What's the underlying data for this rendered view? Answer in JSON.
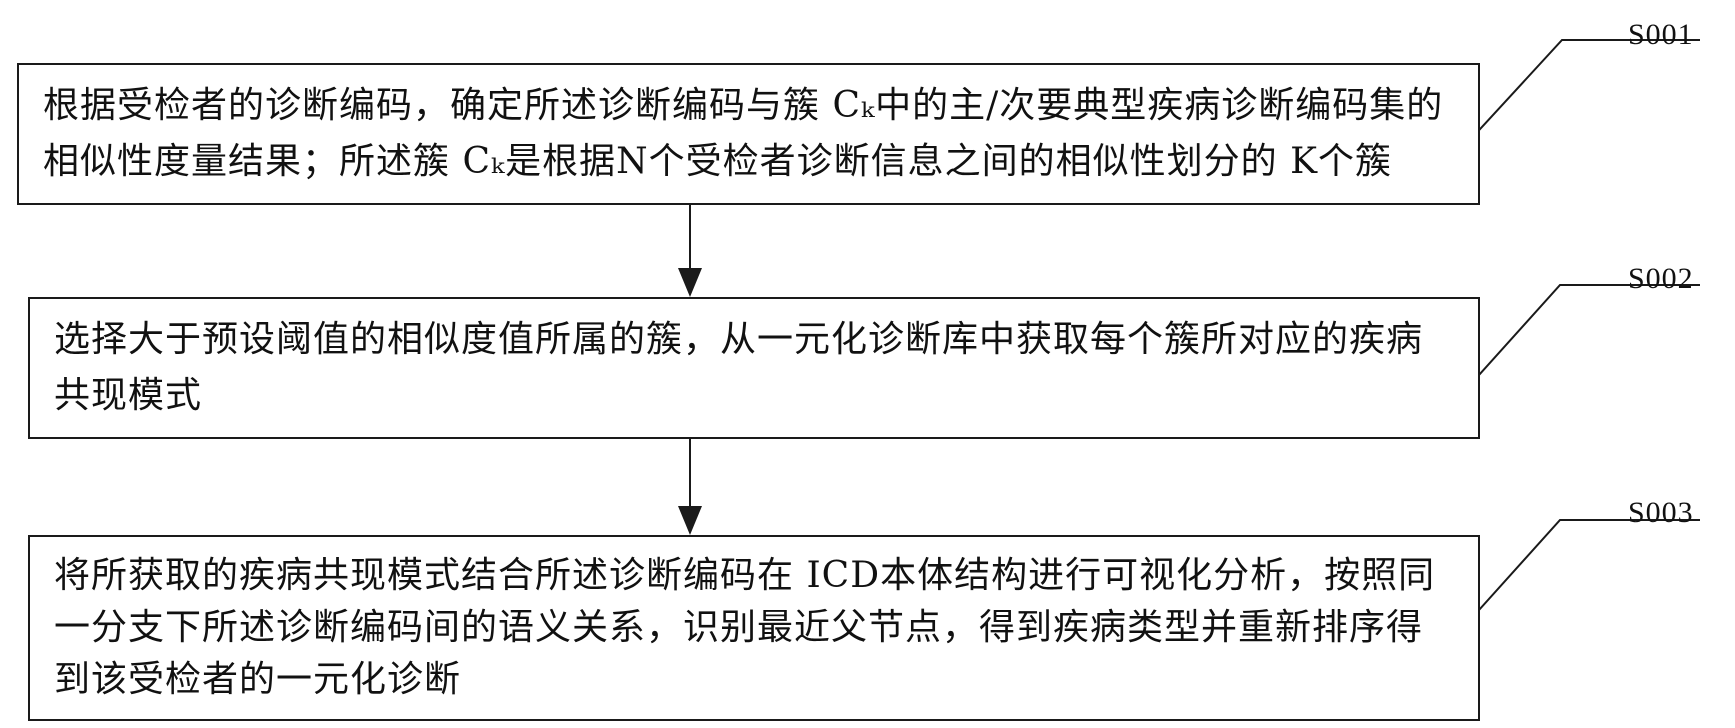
{
  "steps": [
    {
      "id": "S001",
      "text": "根据受检者的诊断编码，确定所述诊断编码与簇 Cₖ中的主/次要典型疾病诊断编码集的相似性度量结果；所述簇 Cₖ是根据N个受检者诊断信息之间的相似性划分的 K个簇"
    },
    {
      "id": "S002",
      "text": "选择大于预设阈值的相似度值所属的簇，从一元化诊断库中获取每个簇所对应的疾病共现模式"
    },
    {
      "id": "S003",
      "text": "将所获取的疾病共现模式结合所述诊断编码在 ICD本体结构进行可视化分析，按照同一分支下所述诊断编码间的语义关系，识别最近父节点，得到疾病类型并重新排序得到该受检者的一元化诊断"
    }
  ],
  "colors": {
    "line": "#1a1a1a",
    "background": "#ffffff",
    "text": "#111111"
  }
}
